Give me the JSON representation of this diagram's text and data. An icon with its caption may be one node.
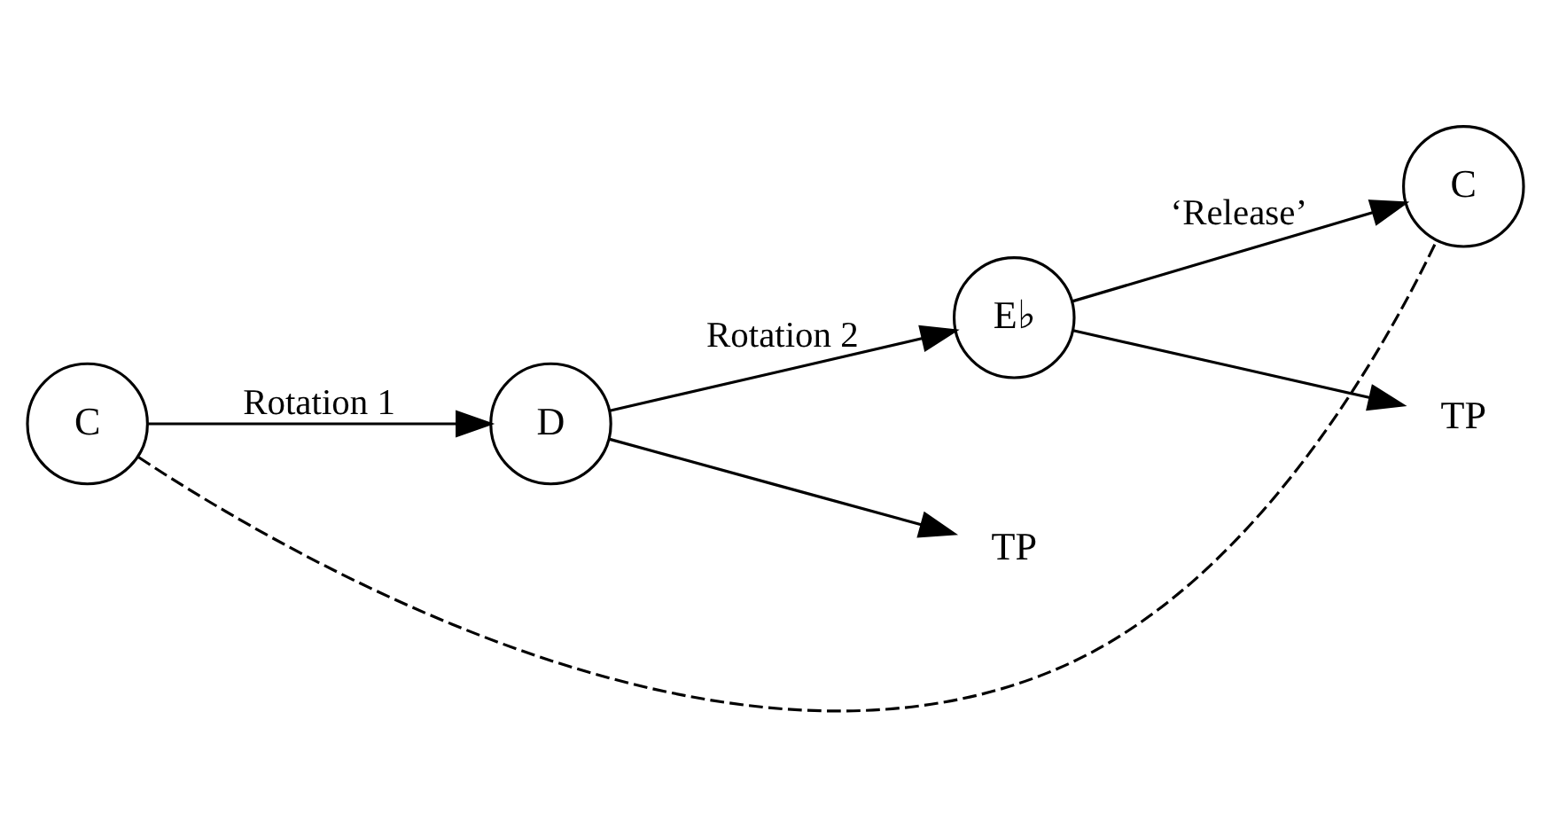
{
  "diagram": {
    "nodes": [
      {
        "text": [
          "C"
        ]
      },
      {
        "text": [
          "D"
        ]
      },
      {
        "text": [
          "E♭"
        ]
      },
      {
        "text": [
          "C"
        ]
      },
      {
        "text": [
          "TP"
        ]
      },
      {
        "text": [
          "TP"
        ]
      }
    ],
    "edges": [
      {
        "from": 0,
        "to": 1,
        "arrow": "to",
        "label": "Rotation 1"
      },
      {
        "from": 1,
        "to": 2,
        "arrow": "to",
        "label": "Rotation 2"
      },
      {
        "from": 2,
        "to": 3,
        "arrow": "to",
        "label": "‘Release’"
      },
      {
        "from": 1,
        "to": 4,
        "arrow": "to"
      },
      {
        "from": 2,
        "to": 5,
        "arrow": "to"
      },
      {
        "from": 0,
        "to": 3,
        "arrow": "none",
        "style": "dashed"
      }
    ]
  }
}
